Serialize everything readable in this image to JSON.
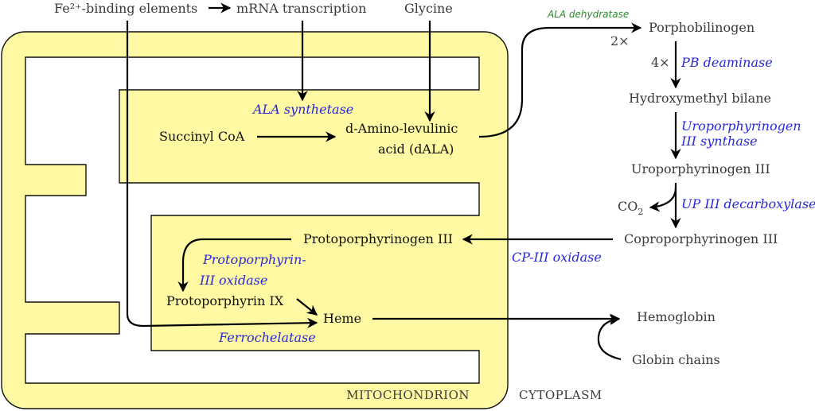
{
  "inputs": {
    "iron": "Fe²⁺-binding elements",
    "mrna": "mRNA transcription",
    "glycine": "Glycine"
  },
  "compartments": {
    "mitochondrion": "MITOCHONDRION",
    "cytoplasm": "CYTOPLASM"
  },
  "metabolites": {
    "succinyl_coa": "Succinyl CoA",
    "dala_line1": "d-Amino-levulinic",
    "dala_line2": "acid (dALA)",
    "porphobilinogen": "Porphobilinogen",
    "hydroxymethyl_bilane": "Hydroxymethyl bilane",
    "uroporphyrinogen": "Uroporphyrinogen III",
    "co2": "CO",
    "co2_sub": "2",
    "coproporphyrinogen": "Coproporphyrinogen III",
    "protoporphyrinogen": "Protoporphyrinogen III",
    "protoporphyrin": "Protoporphyrin IX",
    "heme": "Heme",
    "hemoglobin": "Hemoglobin",
    "globin": "Globin chains"
  },
  "stoichiometry": {
    "two_x": "2×",
    "four_x": "4×"
  },
  "enzymes": {
    "ala_synthetase": "ALA synthetase",
    "ala_dehydratase": "ALA dehydratase",
    "pb_deaminase": "PB deaminase",
    "uro_synthase_line1": "Uroporphyrinogen",
    "uro_synthase_line2": "III synthase",
    "up_decarboxylase": "UP III decarboxylase",
    "cp_oxidase": "CP-III oxidase",
    "pp_oxidase_line1": "Protoporphyrin-",
    "pp_oxidase_line2": "III oxidase",
    "ferrochelatase": "Ferrochelatase"
  },
  "colors": {
    "mitochondrion_fill": "#fff9a3",
    "enzyme_text": "#2828d8",
    "enzyme_cytosolic_text": "#2e8a2e",
    "arrow": "#000000"
  }
}
